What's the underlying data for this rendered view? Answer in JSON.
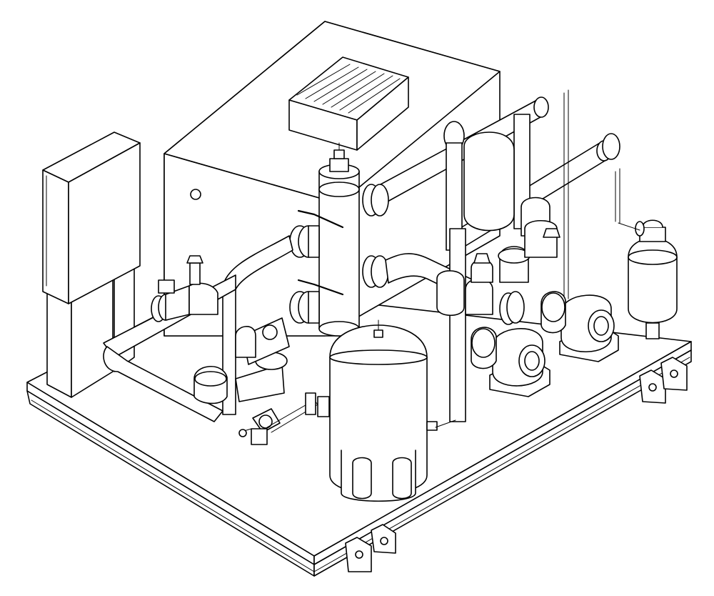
{
  "drawing": {
    "style": "isometric line drawing",
    "line_color": "#000000",
    "background": "#ffffff"
  },
  "components": [
    {
      "name": "base-skid",
      "icon": "skid-frame"
    },
    {
      "name": "control-panel",
      "icon": "electrical-cabinet"
    },
    {
      "name": "heat-exchanger-housing",
      "icon": "enclosure"
    },
    {
      "name": "louvered-vent",
      "icon": "vent-grille"
    },
    {
      "name": "expansion-tank",
      "icon": "vertical-tank"
    },
    {
      "name": "air-separator",
      "icon": "vertical-vessel"
    },
    {
      "name": "pump-1",
      "icon": "centrifugal-pump"
    },
    {
      "name": "pump-2",
      "icon": "centrifugal-pump"
    },
    {
      "name": "small-tank",
      "icon": "vertical-vessel"
    },
    {
      "name": "header-piping",
      "icon": "pipe-run"
    }
  ]
}
